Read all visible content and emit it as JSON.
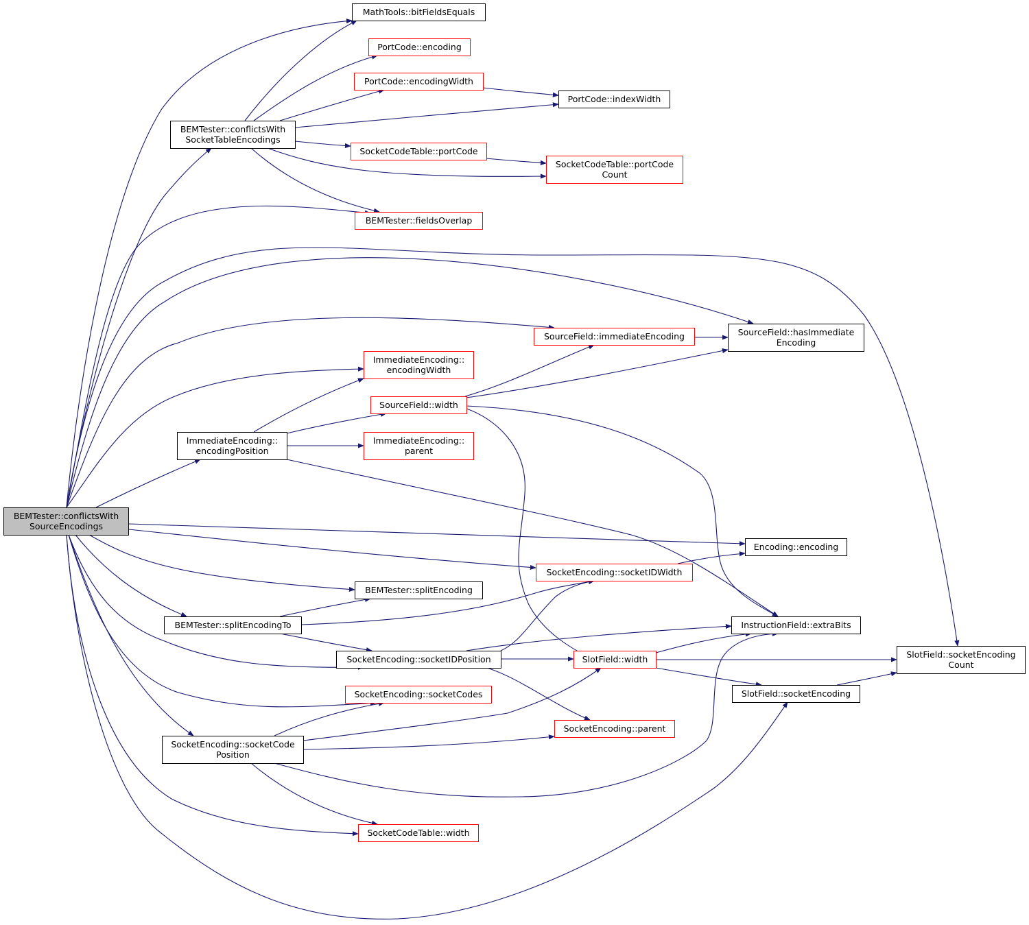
{
  "colors": {
    "edge": "#191970",
    "node_border_documented": "#000000",
    "node_border_undocumented": "#ff0000",
    "node_fill": "#ffffff",
    "focus_fill": "#bfbfbf"
  },
  "nodes": [
    {
      "id": "root",
      "lines": [
        "BEMTester::conflictsWith",
        "SourceEncodings"
      ],
      "style": "focus"
    },
    {
      "id": "bitFieldsEquals",
      "lines": [
        "MathTools::bitFieldsEquals"
      ],
      "style": "black"
    },
    {
      "id": "pcEncoding",
      "lines": [
        "PortCode::encoding"
      ],
      "style": "red"
    },
    {
      "id": "pcEncodingWidth",
      "lines": [
        "PortCode::encodingWidth"
      ],
      "style": "red"
    },
    {
      "id": "pcIndexWidth",
      "lines": [
        "PortCode::indexWidth"
      ],
      "style": "black"
    },
    {
      "id": "conflictsSocketTable",
      "lines": [
        "BEMTester::conflictsWith",
        "SocketTableEncodings"
      ],
      "style": "black"
    },
    {
      "id": "sctPortCode",
      "lines": [
        "SocketCodeTable::portCode"
      ],
      "style": "red"
    },
    {
      "id": "sctPortCodeCount",
      "lines": [
        "SocketCodeTable::portCode",
        "Count"
      ],
      "style": "red"
    },
    {
      "id": "fieldsOverlap",
      "lines": [
        "BEMTester::fieldsOverlap"
      ],
      "style": "red"
    },
    {
      "id": "sfImmediateEncoding",
      "lines": [
        "SourceField::immediateEncoding"
      ],
      "style": "red"
    },
    {
      "id": "sfHasImmediate",
      "lines": [
        "SourceField::hasImmediate",
        "Encoding"
      ],
      "style": "black"
    },
    {
      "id": "ieEncodingWidth",
      "lines": [
        "ImmediateEncoding::",
        "encodingWidth"
      ],
      "style": "red"
    },
    {
      "id": "sfWidth",
      "lines": [
        "SourceField::width"
      ],
      "style": "red"
    },
    {
      "id": "ieEncodingPosition",
      "lines": [
        "ImmediateEncoding::",
        "encodingPosition"
      ],
      "style": "black"
    },
    {
      "id": "ieParent",
      "lines": [
        "ImmediateEncoding::",
        "parent"
      ],
      "style": "red"
    },
    {
      "id": "encEncoding",
      "lines": [
        "Encoding::encoding"
      ],
      "style": "black"
    },
    {
      "id": "seSocketIDWidth",
      "lines": [
        "SocketEncoding::socketIDWidth"
      ],
      "style": "red"
    },
    {
      "id": "splitEncoding",
      "lines": [
        "BEMTester::splitEncoding"
      ],
      "style": "black"
    },
    {
      "id": "splitEncodingTo",
      "lines": [
        "BEMTester::splitEncodingTo"
      ],
      "style": "black"
    },
    {
      "id": "ifExtraBits",
      "lines": [
        "InstructionField::extraBits"
      ],
      "style": "black"
    },
    {
      "id": "seSocketIDPosition",
      "lines": [
        "SocketEncoding::socketIDPosition"
      ],
      "style": "black"
    },
    {
      "id": "slotWidth",
      "lines": [
        "SlotField::width"
      ],
      "style": "red"
    },
    {
      "id": "slotSocketEncodingCount",
      "lines": [
        "SlotField::socketEncoding",
        "Count"
      ],
      "style": "black"
    },
    {
      "id": "slotSocketEncoding",
      "lines": [
        "SlotField::socketEncoding"
      ],
      "style": "black"
    },
    {
      "id": "seSocketCodes",
      "lines": [
        "SocketEncoding::socketCodes"
      ],
      "style": "red"
    },
    {
      "id": "seParent",
      "lines": [
        "SocketEncoding::parent"
      ],
      "style": "red"
    },
    {
      "id": "seSocketCodePosition",
      "lines": [
        "SocketEncoding::socketCode",
        "Position"
      ],
      "style": "black"
    },
    {
      "id": "sctWidth",
      "lines": [
        "SocketCodeTable::width"
      ],
      "style": "red"
    }
  ],
  "edges": [
    [
      "root",
      "bitFieldsEquals"
    ],
    [
      "root",
      "conflictsSocketTable"
    ],
    [
      "root",
      "fieldsOverlap"
    ],
    [
      "root",
      "slotSocketEncodingCount"
    ],
    [
      "root",
      "sfHasImmediate"
    ],
    [
      "root",
      "sfImmediateEncoding"
    ],
    [
      "root",
      "ieEncodingWidth"
    ],
    [
      "root",
      "ieEncodingPosition"
    ],
    [
      "root",
      "encEncoding"
    ],
    [
      "root",
      "seSocketIDWidth"
    ],
    [
      "root",
      "splitEncoding"
    ],
    [
      "root",
      "splitEncodingTo"
    ],
    [
      "root",
      "seSocketIDPosition"
    ],
    [
      "root",
      "seSocketCodes"
    ],
    [
      "root",
      "seSocketCodePosition"
    ],
    [
      "root",
      "sctWidth"
    ],
    [
      "root",
      "slotSocketEncoding"
    ],
    [
      "conflictsSocketTable",
      "bitFieldsEquals"
    ],
    [
      "conflictsSocketTable",
      "pcEncoding"
    ],
    [
      "conflictsSocketTable",
      "pcEncodingWidth"
    ],
    [
      "conflictsSocketTable",
      "pcIndexWidth"
    ],
    [
      "conflictsSocketTable",
      "sctPortCode"
    ],
    [
      "conflictsSocketTable",
      "sctPortCodeCount"
    ],
    [
      "conflictsSocketTable",
      "fieldsOverlap"
    ],
    [
      "pcEncodingWidth",
      "pcIndexWidth"
    ],
    [
      "sctPortCode",
      "sctPortCodeCount"
    ],
    [
      "sfImmediateEncoding",
      "sfHasImmediate"
    ],
    [
      "sfWidth",
      "sfImmediateEncoding"
    ],
    [
      "sfWidth",
      "sfHasImmediate"
    ],
    [
      "sfWidth",
      "ifExtraBits"
    ],
    [
      "sfWidth",
      "slotWidth"
    ],
    [
      "ieEncodingPosition",
      "ieEncodingWidth"
    ],
    [
      "ieEncodingPosition",
      "sfWidth"
    ],
    [
      "ieEncodingPosition",
      "ieParent"
    ],
    [
      "ieEncodingPosition",
      "ifExtraBits"
    ],
    [
      "seSocketIDWidth",
      "encEncoding"
    ],
    [
      "splitEncodingTo",
      "splitEncoding"
    ],
    [
      "splitEncodingTo",
      "seSocketIDWidth"
    ],
    [
      "splitEncodingTo",
      "seSocketIDPosition"
    ],
    [
      "seSocketIDPosition",
      "seSocketIDWidth"
    ],
    [
      "seSocketIDPosition",
      "ifExtraBits"
    ],
    [
      "seSocketIDPosition",
      "slotWidth"
    ],
    [
      "seSocketIDPosition",
      "seParent"
    ],
    [
      "slotWidth",
      "ifExtraBits"
    ],
    [
      "slotWidth",
      "slotSocketEncodingCount"
    ],
    [
      "slotWidth",
      "slotSocketEncoding"
    ],
    [
      "slotSocketEncoding",
      "slotSocketEncodingCount"
    ],
    [
      "seSocketCodePosition",
      "seSocketCodes"
    ],
    [
      "seSocketCodePosition",
      "slotWidth"
    ],
    [
      "seSocketCodePosition",
      "seParent"
    ],
    [
      "seSocketCodePosition",
      "ifExtraBits"
    ],
    [
      "seSocketCodePosition",
      "sctWidth"
    ]
  ]
}
